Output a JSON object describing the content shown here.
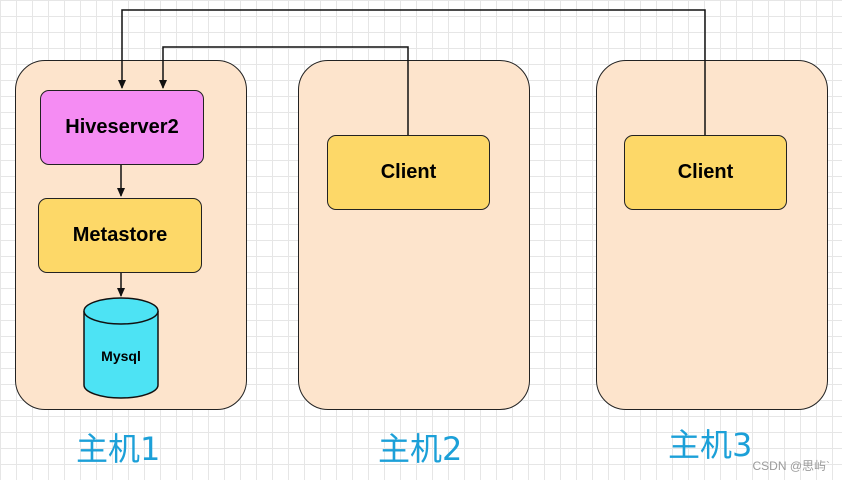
{
  "nodes": {
    "hiveserver": "Hiveserver2",
    "metastore": "Metastore",
    "mysql": "Mysql",
    "client_host2": "Client",
    "client_host3": "Client"
  },
  "hosts": [
    "主机1",
    "主机2",
    "主机3"
  ],
  "watermark": "CSDN @思屿`",
  "colors": {
    "host_fill": "#fde4cc",
    "hiveserver_fill": "#f58cf3",
    "metastore_fill": "#fdd868",
    "client_fill": "#fdd868",
    "mysql_fill": "#4de3f4",
    "host_label": "#1ca0d8"
  }
}
